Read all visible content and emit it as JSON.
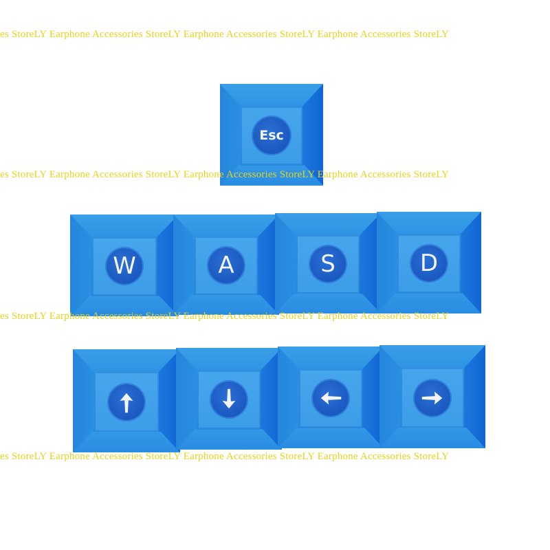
{
  "watermark": {
    "text": "LY Earphone Accessories Store",
    "color": "#e8d21a",
    "rows": [
      "es StoreLY Earphone Accessories StoreLY Earphone Accessories StoreLY Earphone Accessories StoreLY",
      "es StoreLY Earphone Accessories StoreLY Earphone Accessories StoreLY Earphone Accessories StoreLY",
      "es StoreLY Earphone Accessories StoreLY Earphone Accessories StoreLY Earphone Accessories StoreLY",
      "es StoreLY Earphone Accessories StoreLY Earphone Accessories StoreLY Earphone Accessories StoreLY"
    ]
  },
  "product": {
    "key_color": "#1f7fdc",
    "legend_color": "#f2f4f8",
    "legend_circle_color": "#1a5cc4",
    "esc_row": [
      {
        "legend": "Esc",
        "type": "text"
      }
    ],
    "wasd_row": [
      {
        "legend": "W",
        "type": "letter"
      },
      {
        "legend": "A",
        "type": "letter"
      },
      {
        "legend": "S",
        "type": "letter"
      },
      {
        "legend": "D",
        "type": "letter"
      }
    ],
    "arrow_row": [
      {
        "legend": "up-arrow",
        "type": "icon"
      },
      {
        "legend": "down-arrow",
        "type": "icon"
      },
      {
        "legend": "left-arrow",
        "type": "icon"
      },
      {
        "legend": "right-arrow",
        "type": "icon"
      }
    ]
  }
}
